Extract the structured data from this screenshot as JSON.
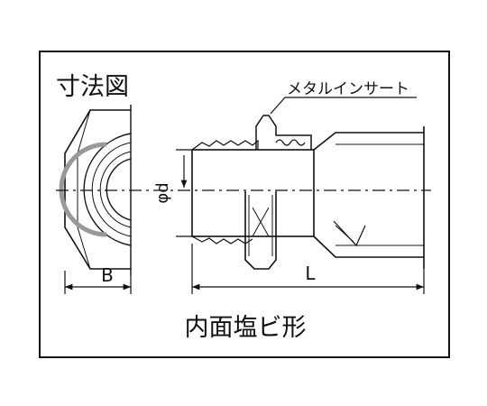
{
  "diagram": {
    "title": "寸法図",
    "caption": "内面塩ビ形",
    "labels": {
      "metal_insert": "メタルインサート",
      "dim_b": "B",
      "dim_l": "L",
      "dim_d": "φd"
    }
  }
}
